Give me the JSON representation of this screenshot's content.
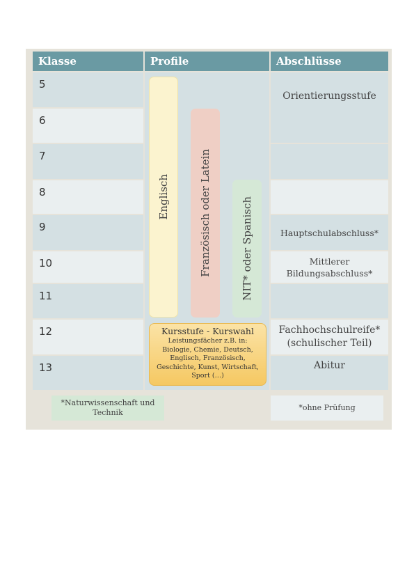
{
  "header": {
    "klasse": "Klasse",
    "profile": "Profile",
    "abschluesse": "Abschlüsse"
  },
  "klassen": [
    "5",
    "6",
    "7",
    "8",
    "9",
    "10",
    "11",
    "12",
    "13"
  ],
  "profile": {
    "englisch": "Englisch",
    "franz_latein": "Französisch oder Latein",
    "nwt_spanisch": "NIT* oder Spanisch",
    "kursstufe_title": "Kursstufe - Kurswahl",
    "kursstufe_body": "Leistungsfächer z.B. in: Biologie, Chemie, Deutsch, Englisch, Französisch, Geschichte, Kunst, Wirtschaft, Sport (…)"
  },
  "abschluesse": {
    "orientierungsstufe": "Orientierungsstufe",
    "hauptschulabschluss": "Hauptschulabschluss*",
    "mittlerer": "Mittlerer Bildungsabschluss*",
    "fachhochschulreife": "Fachhochschulreife* (schulischer Teil)",
    "abitur": "Abitur"
  },
  "footnotes": {
    "naturwissenschaft": "*Naturwissenschaft und Technik",
    "ohne_pruefung": "*ohne Prüfung"
  },
  "colors": {
    "header": "#6a9aa3",
    "row_dark": "#d4e0e3",
    "row_light": "#eaeff0",
    "englisch": "#fbf3cf",
    "franz_latein": "#efcfc5",
    "nwt_spanisch": "#d5e8d6",
    "kursstufe": "#f5c862"
  }
}
